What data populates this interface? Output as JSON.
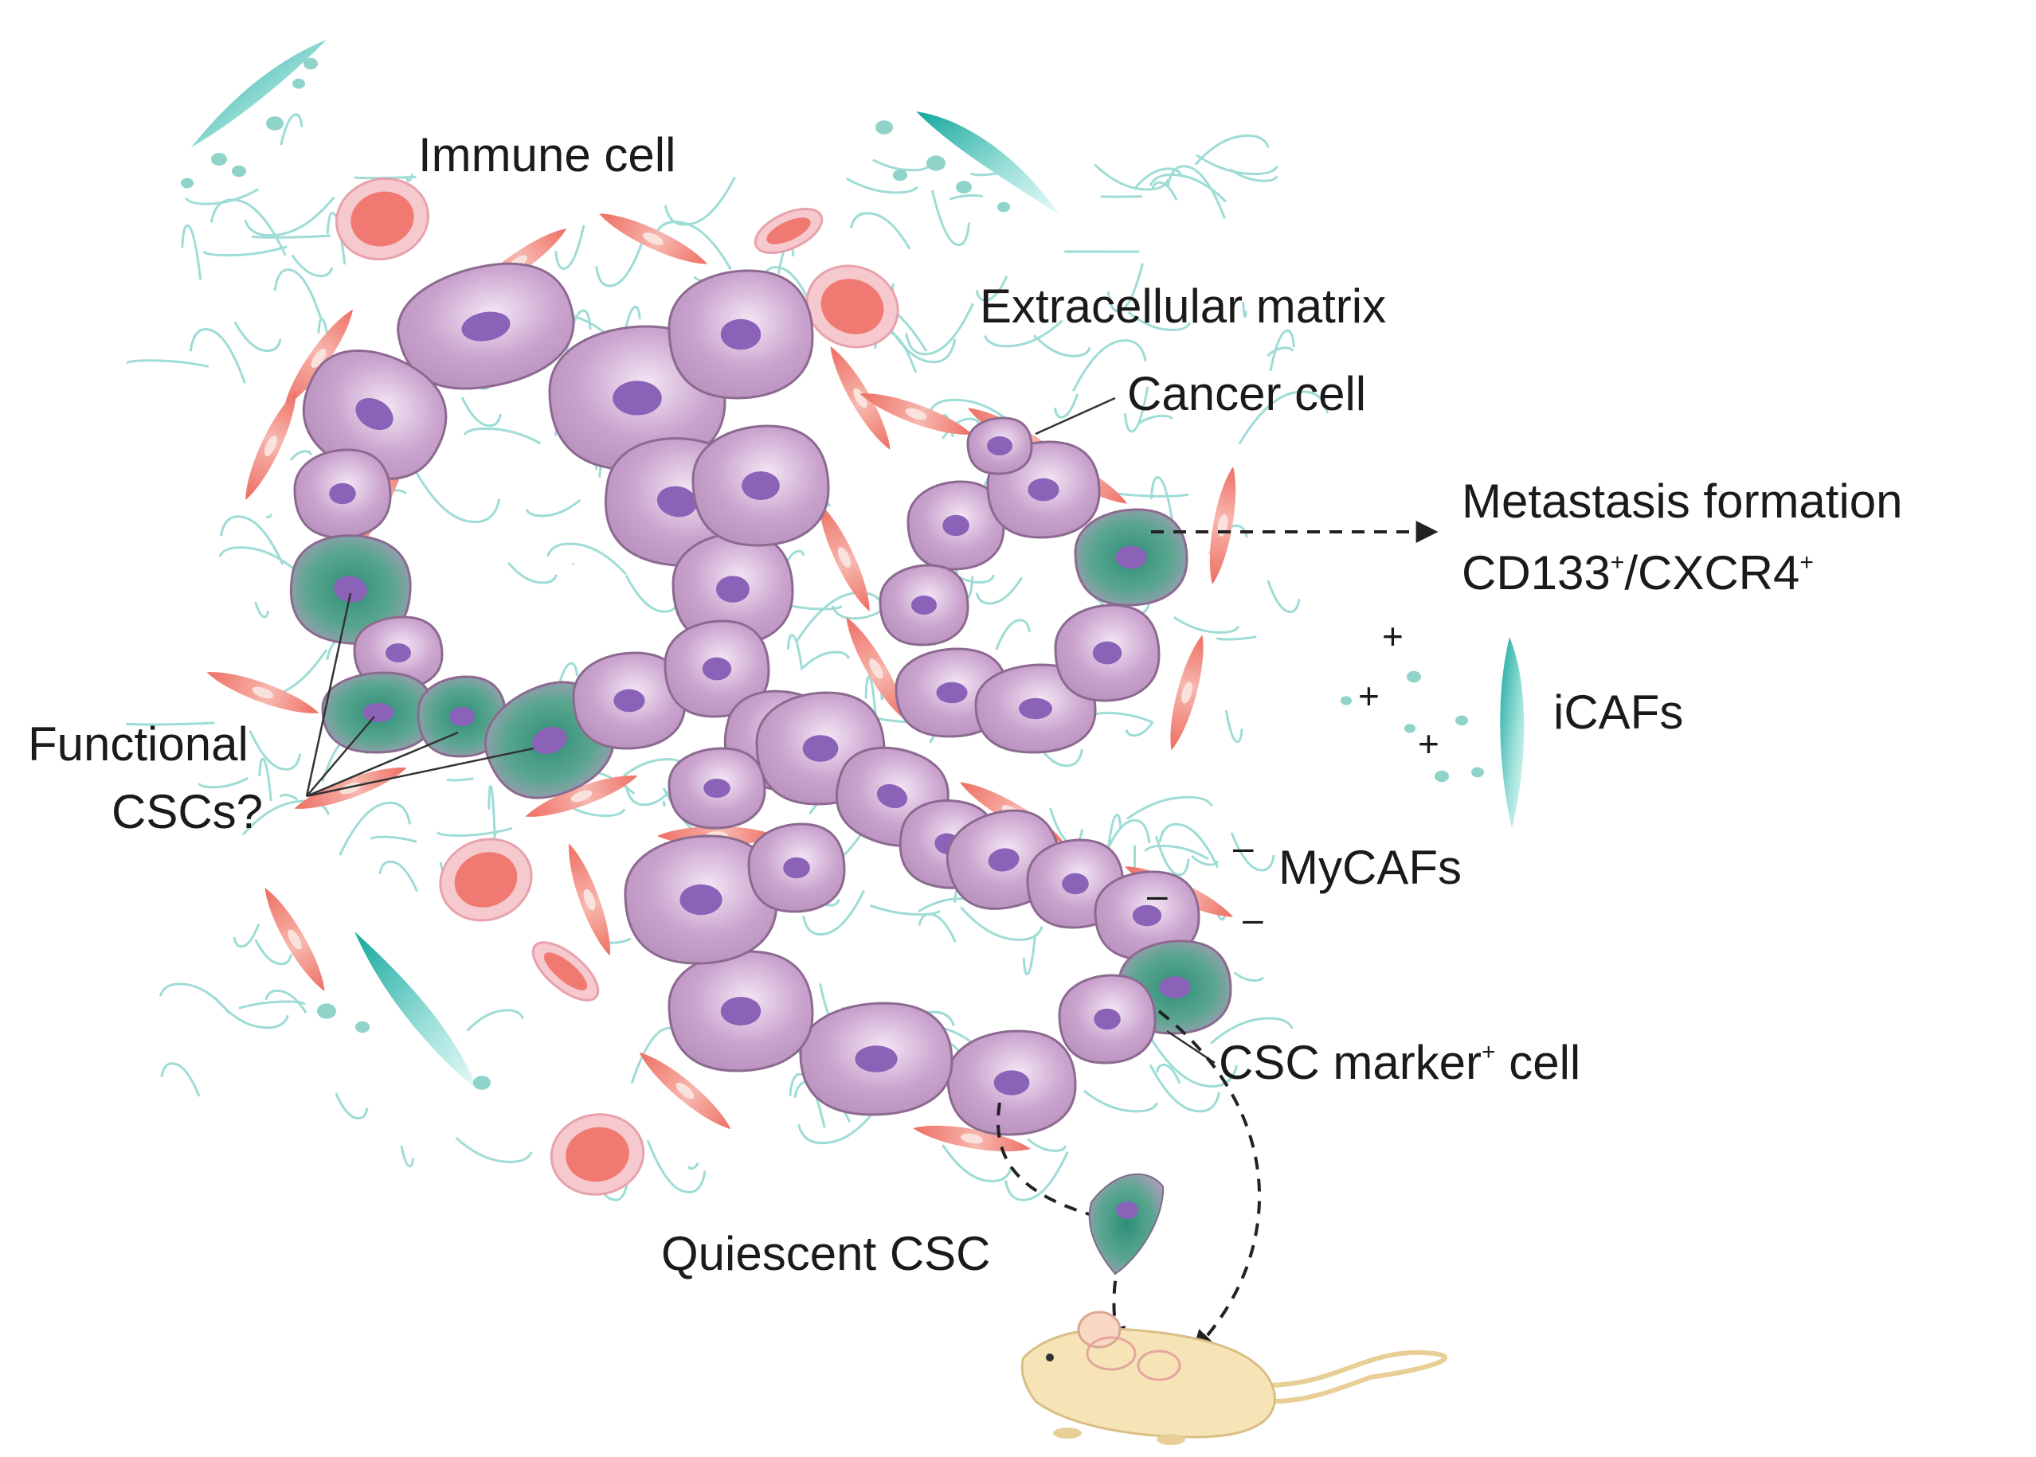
{
  "labels": {
    "immune_cell": "Immune cell",
    "extracellular_matrix": "Extracellular matrix",
    "cancer_cell": "Cancer cell",
    "metastasis_formation": "Metastasis formation",
    "cd133_prefix": "CD133",
    "cd133_sup": "+",
    "cxcr4_prefix": "/CXCR4",
    "cxcr4_sup": "+",
    "icafs": "iCAFs",
    "mycafs": "MyCAFs",
    "functional_line1": "Functional",
    "functional_line2": "CSCs?",
    "csc_marker_prefix": "CSC marker",
    "csc_marker_sup": "+",
    "csc_marker_suffix": " cell",
    "quiescent_csc": "Quiescent CSC",
    "plus_sign": "+",
    "minus_sign": "–"
  },
  "colors": {
    "cancer_cell_fill": "#c49ac8",
    "cancer_cell_edge": "#8c6a90",
    "nucleus": "#8a62b8",
    "csc_green": "#3f9d84",
    "immune_outer": "#f6c9cf",
    "immune_inner": "#f07a72",
    "mycaf": "#ea7f73",
    "icaf": "#23b3a8",
    "matrix_fiber": "#8ed6d0",
    "mouse_body": "#f6e3b6",
    "arrow": "#222222"
  },
  "icons": {
    "mouse": "mouse-icon"
  }
}
